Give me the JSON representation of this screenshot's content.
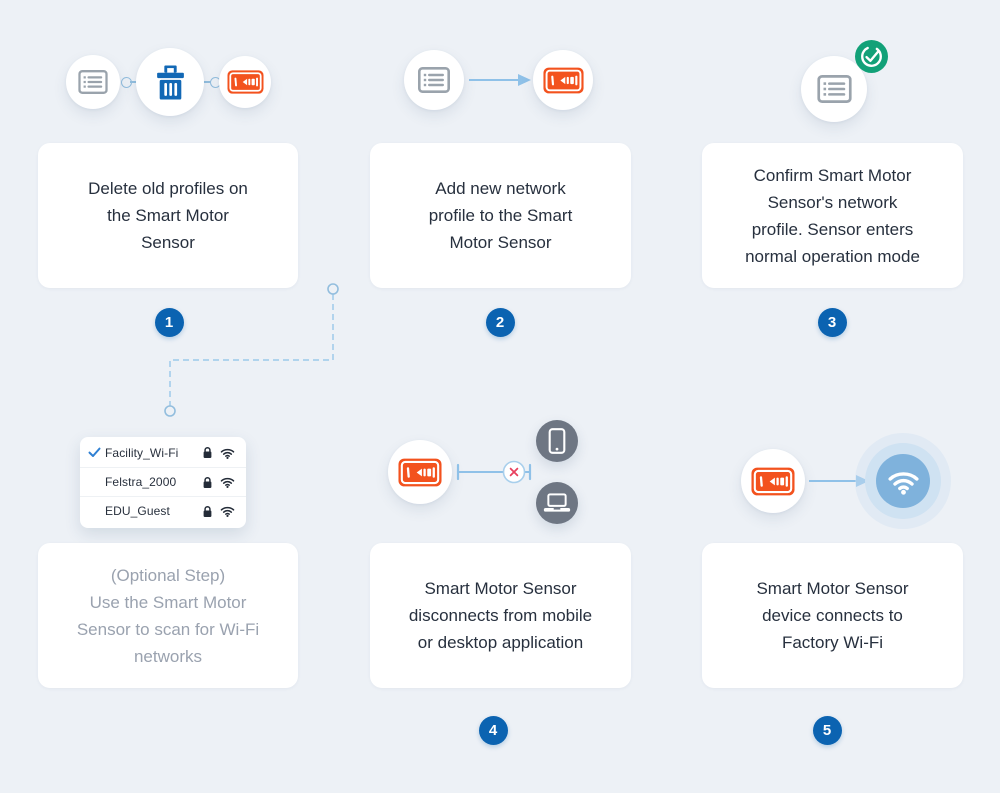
{
  "colors": {
    "background": "#edf1f6",
    "card": "#ffffff",
    "accent_blue": "#0b63b1",
    "light_blue": "#8fc1e8",
    "sensor_orange": "#f3521e",
    "success_green": "#12a178",
    "device_gray": "#6e7683",
    "text_dark": "#27303e",
    "text_muted": "#9aa2af",
    "disconnect_red": "#e8415e"
  },
  "steps": [
    {
      "badge": "1",
      "text": "Delete old profiles on\nthe Smart Motor\nSensor",
      "icons": [
        "profiles-list-icon",
        "trash-icon",
        "smart-motor-sensor-icon"
      ]
    },
    {
      "badge": "2",
      "text": "Add new network\nprofile to the Smart\nMotor Sensor",
      "icons": [
        "profiles-list-icon",
        "arrow-right-icon",
        "smart-motor-sensor-icon"
      ]
    },
    {
      "badge": "3",
      "text": "Confirm Smart Motor\nSensor's network\nprofile. Sensor enters\nnormal operation mode",
      "icons": [
        "profiles-list-icon",
        "confirmed-check-icon"
      ]
    },
    {
      "badge": "",
      "text": "(Optional Step)\nUse the Smart Motor\nSensor to scan for Wi-Fi\nnetworks",
      "icons": [
        "wifi-network-list"
      ]
    },
    {
      "badge": "4",
      "text": "Smart Motor Sensor\ndisconnects from mobile\nor desktop application",
      "icons": [
        "smart-motor-sensor-icon",
        "disconnect-x-icon",
        "mobile-phone-icon",
        "laptop-icon"
      ]
    },
    {
      "badge": "5",
      "text": "Smart Motor Sensor\ndevice connects to\nFactory Wi-Fi",
      "icons": [
        "smart-motor-sensor-icon",
        "arrow-right-icon",
        "wifi-icon"
      ]
    }
  ],
  "wifi_list": {
    "networks": [
      {
        "name": "Facility_Wi-Fi",
        "selected": true,
        "secured": true
      },
      {
        "name": "Felstra_2000",
        "selected": false,
        "secured": true
      },
      {
        "name": "EDU_Guest",
        "selected": false,
        "secured": true
      }
    ]
  }
}
